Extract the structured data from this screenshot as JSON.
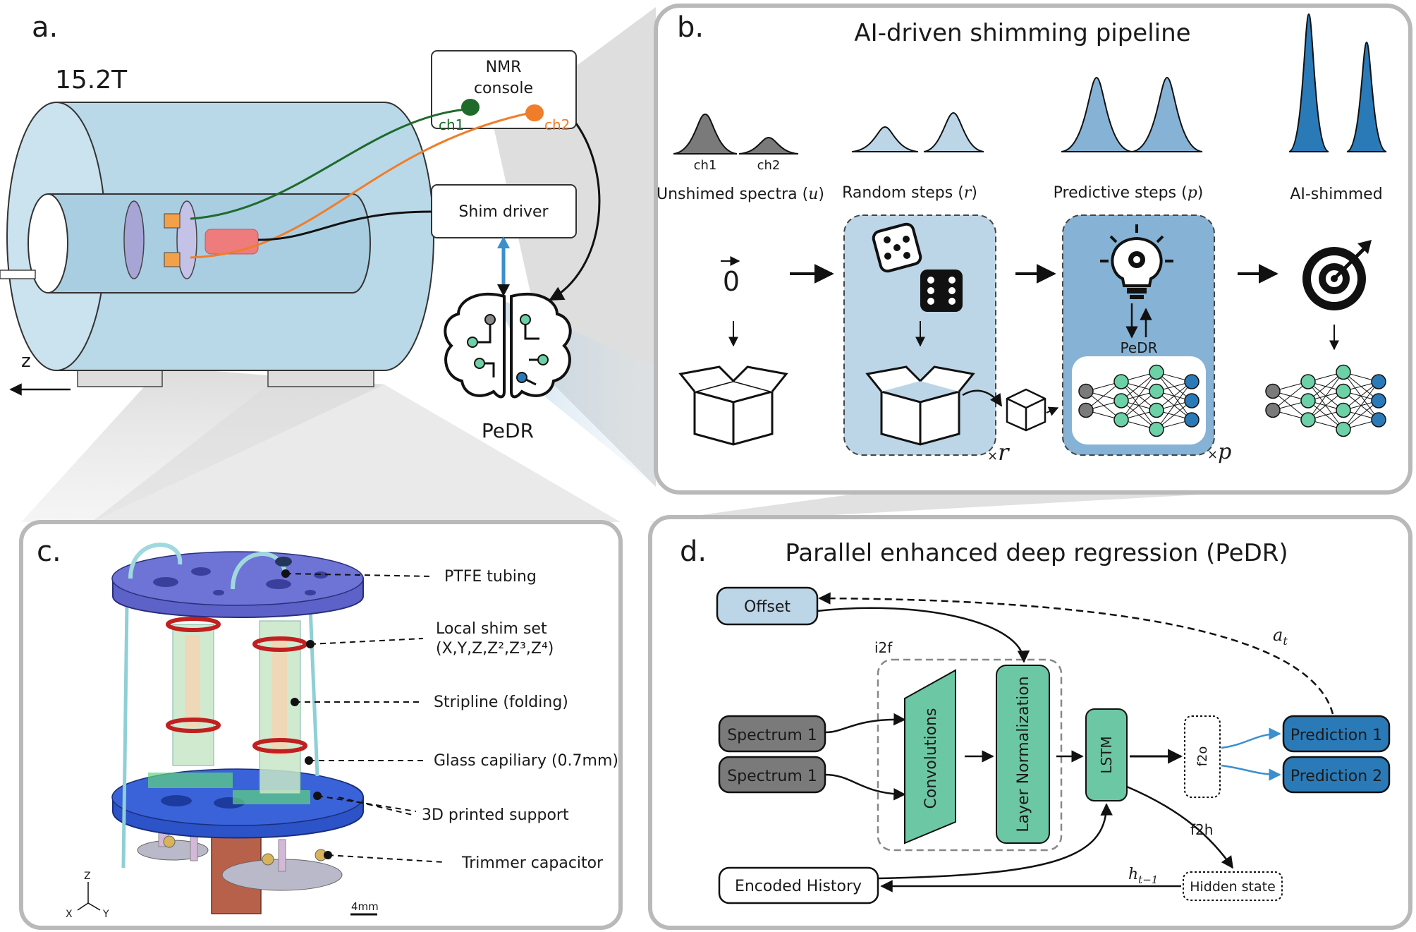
{
  "panel_a": {
    "label": "a.",
    "field": "15.2T",
    "console": {
      "line1": "NMR",
      "line2": "console"
    },
    "ch1": "ch1",
    "ch2": "ch2",
    "shim_driver": "Shim driver",
    "brain_label": "PeDR",
    "axis": "z",
    "colors": {
      "ch1": "#1e6b2c",
      "ch2": "#f07d2a",
      "magnet": "#b9d8e8"
    }
  },
  "panel_b": {
    "label": "b.",
    "title": "AI-driven shimming pipeline",
    "spec_ch1": "ch1",
    "spec_ch2": "ch2",
    "stages": {
      "unshimmed": "Unshimed spectra (",
      "unshimmed_var": "u",
      "random": "Random steps (",
      "random_var": "r",
      "predictive": "Predictive steps (",
      "predictive_var": "p",
      "close": ")",
      "shimmed": "AI-shimmed"
    },
    "zero": "0",
    "pedr": "PeDR",
    "times_r": "×",
    "var_r": "r",
    "times_p": "×",
    "var_p": "p",
    "colors": {
      "box_light": "#bcd6e8",
      "box_dark": "#86b3d5",
      "node_green": "#6cd1a6",
      "node_blue": "#2a7ab8",
      "node_gray": "#7a7a7a"
    }
  },
  "panel_c": {
    "label": "c.",
    "labels": {
      "ptfe": "PTFE tubing",
      "local_shim": "Local shim set",
      "local_shim_sub": "(X,Y,Z,Z²,Z³,Z⁴)",
      "stripline": "Stripline (folding)",
      "capillary": "Glass capiliary (0.7mm)",
      "support": "3D printed support",
      "trimmer": "Trimmer capacitor"
    },
    "axes": {
      "z": "Z",
      "x": "X",
      "y": "Y"
    },
    "scale": "4mm"
  },
  "panel_d": {
    "label": "d.",
    "title": "Parallel enhanced deep regression (PeDR)",
    "offset": "Offset",
    "i2f": "i2f",
    "spectrum1": "Spectrum 1",
    "spectrum2": "Spectrum 1",
    "convolutions": "Convolutions",
    "layer_norm": "Layer Normalization",
    "lstm": "LSTM",
    "f2o": "f2o",
    "f2h": "f2h",
    "prediction1": "Prediction 1",
    "prediction2": "Prediction 2",
    "encoded_history": "Encoded History",
    "hidden_state": "Hidden state",
    "a_t": "a",
    "a_t_sub": "t",
    "h_t": "h",
    "h_t_sub": "t−1",
    "colors": {
      "green": "#6cc7a4",
      "blue": "#2a7ab8",
      "gray": "#7a7a7a",
      "offset": "#bcd6e8"
    }
  }
}
